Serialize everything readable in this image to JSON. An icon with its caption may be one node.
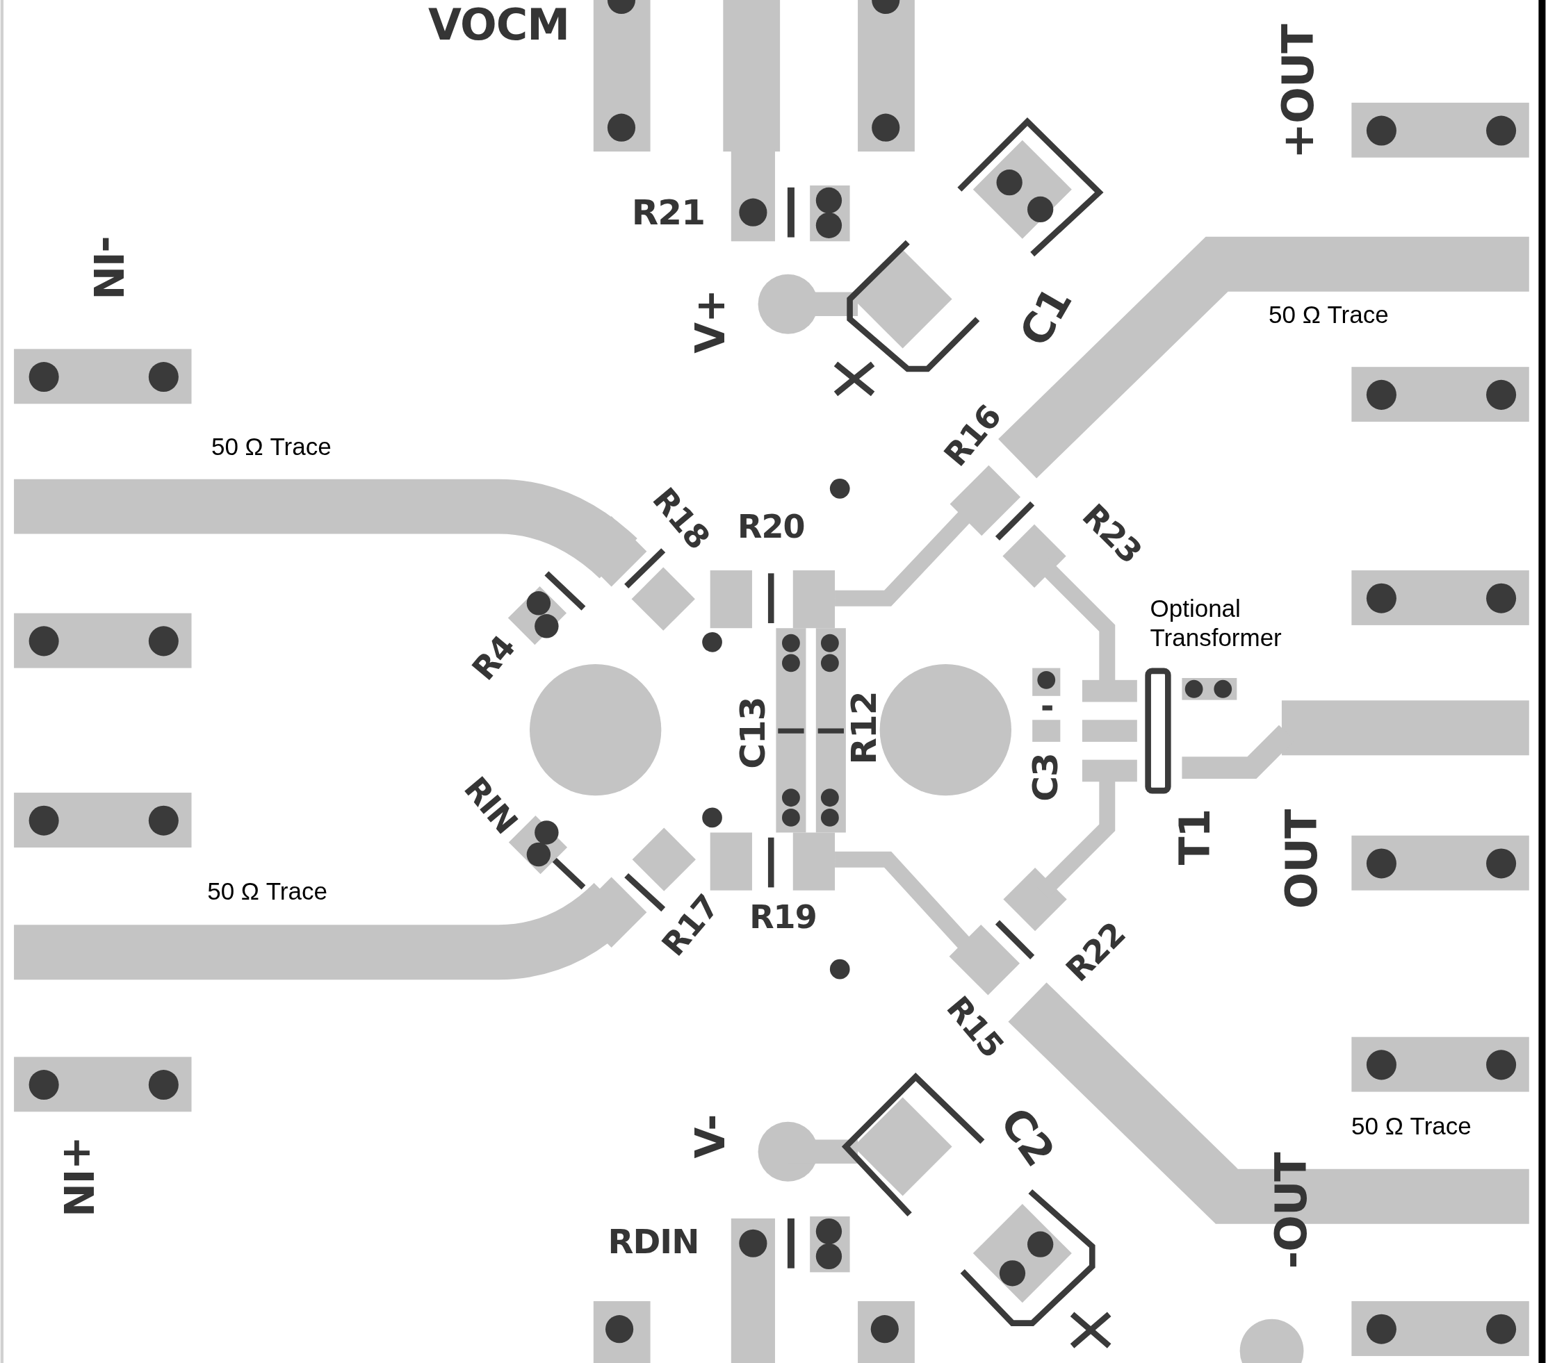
{
  "diagram": {
    "labels": [
      "VOCM",
      "R21",
      "-IN",
      "V+",
      "+OUT",
      "C1",
      "50 Ω Trace",
      "R16",
      "50 Ω Trace",
      "R18",
      "R20",
      "R23",
      "Optional Transformer",
      "R4",
      "C13",
      "R12",
      "C3",
      "RIN",
      "T1",
      "OUT",
      "50 Ω Trace",
      "R17",
      "R19",
      "R22",
      "R15",
      "V-",
      "C2",
      "50 Ω Trace",
      "+IN",
      "RDIN",
      "-OUT"
    ]
  }
}
